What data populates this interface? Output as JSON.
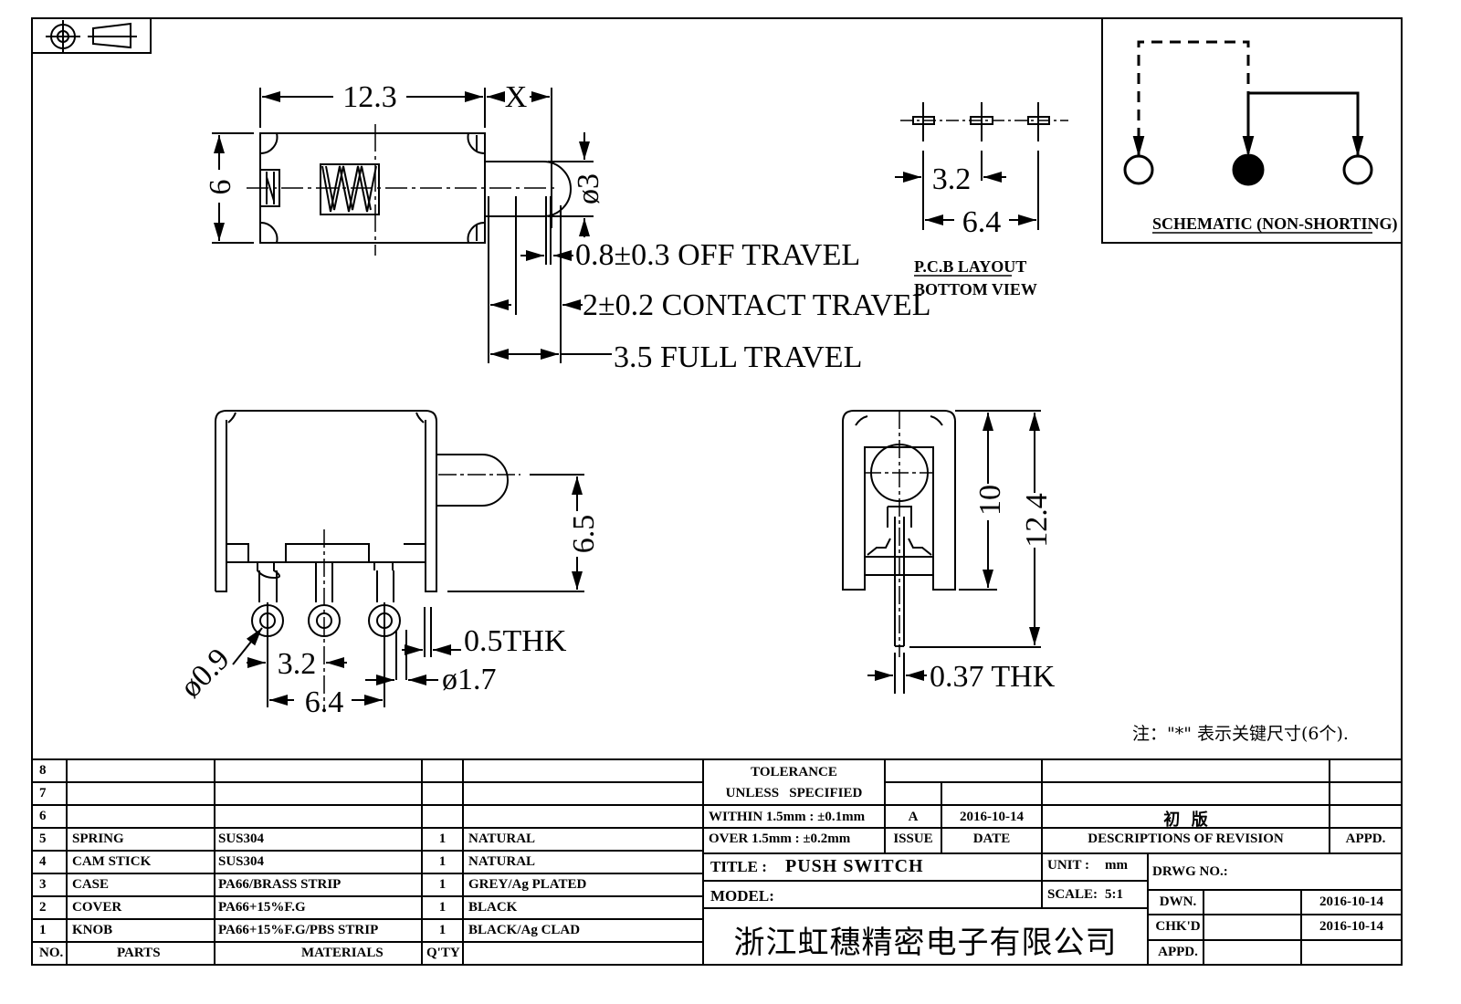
{
  "drawing": {
    "projection_symbol": "first-angle-projection-icon",
    "top_view": {
      "length": "12.3",
      "x": "X",
      "height": "6",
      "diameter": "ø3",
      "off_travel": "0.8±0.3 OFF TRAVEL",
      "contact_travel": "2±0.2 CONTACT TRAVEL",
      "full_travel": "3.5 FULL TRAVEL"
    },
    "pcb_layout": {
      "pitch": "3.2",
      "span": "6.4",
      "title_line1": "P.C.B LAYOUT",
      "title_line2": "BOTTOM VIEW"
    },
    "schematic": {
      "label": "SCHEMATIC (NON-SHORTING)"
    },
    "front_view": {
      "height": "6.5",
      "thickness": "0.5THK",
      "hole": "ø0.9",
      "pad": "ø1.7",
      "pitch": "3.2",
      "span": "6.4"
    },
    "side_view": {
      "height1": "10",
      "height2": "12.4",
      "thickness": "0.37 THK"
    },
    "note": "注：\"*\" 表示关键尺寸(6个)."
  },
  "bom": {
    "headers": {
      "no": "NO.",
      "parts": "PARTS",
      "materials": "MATERIALS",
      "qty": "Q'TY",
      "finish": ""
    },
    "rows": [
      {
        "no": "8",
        "part": "",
        "material": "",
        "qty": "",
        "finish": ""
      },
      {
        "no": "7",
        "part": "",
        "material": "",
        "qty": "",
        "finish": ""
      },
      {
        "no": "6",
        "part": "",
        "material": "",
        "qty": "",
        "finish": ""
      },
      {
        "no": "5",
        "part": "SPRING",
        "material": "SUS304",
        "qty": "1",
        "finish": "NATURAL"
      },
      {
        "no": "4",
        "part": "CAM STICK",
        "material": "SUS304",
        "qty": "1",
        "finish": "NATURAL"
      },
      {
        "no": "3",
        "part": "CASE",
        "material": "PA66/BRASS STRIP",
        "qty": "1",
        "finish": "GREY/Ag PLATED"
      },
      {
        "no": "2",
        "part": "COVER",
        "material": "PA66+15%F.G",
        "qty": "1",
        "finish": "BLACK"
      },
      {
        "no": "1",
        "part": "KNOB",
        "material": "PA66+15%F.G/PBS STRIP",
        "qty": "1",
        "finish": "BLACK/Ag CLAD"
      }
    ]
  },
  "title_block": {
    "tolerance_l1": "TOLERANCE",
    "tolerance_l2": "UNLESS   SPECIFIED",
    "within": "WITHIN 1.5mm : ±0.1mm",
    "over": "OVER 1.5mm : ±0.2mm",
    "revisions": [
      {
        "issue": "A",
        "date": "2016-10-14",
        "desc": "初  版",
        "appd": ""
      }
    ],
    "rev_headers": {
      "issue": "ISSUE",
      "date": "DATE",
      "desc": "DESCRIPTIONS OF REVISION",
      "appd": "APPD."
    },
    "title_label": "TITLE :",
    "title": "PUSH SWITCH",
    "model_label": "MODEL:",
    "model": "",
    "unit_label": "UNIT :",
    "unit": "mm",
    "scale_label": "SCALE:",
    "scale": "5:1",
    "drwg_no_label": "DRWG NO.:",
    "dwn_label": "DWN.",
    "dwn_date": "2016-10-14",
    "chkd_label": "CHK'D",
    "chkd_date": "2016-10-14",
    "appd_label": "APPD.",
    "company": "浙江虹穗精密电子有限公司"
  }
}
